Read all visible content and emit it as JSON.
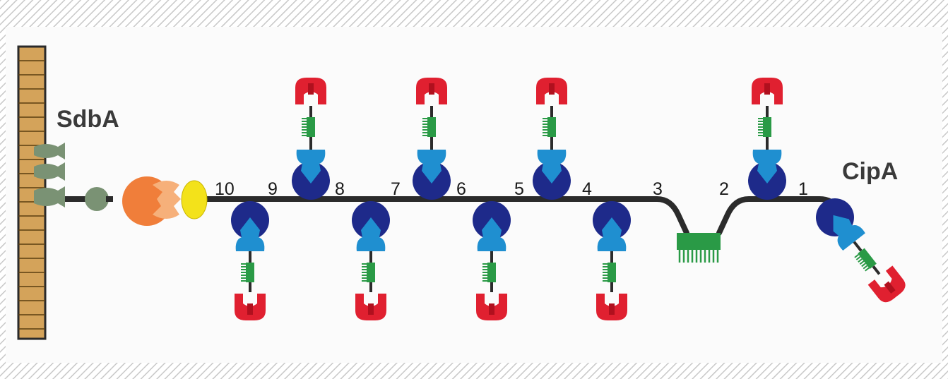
{
  "labels": {
    "sdba": "SdbA",
    "cipa": "CipA"
  },
  "cohesin_numbers": [
    "1",
    "2",
    "3",
    "4",
    "5",
    "6",
    "7",
    "8",
    "9",
    "10"
  ],
  "colors": {
    "background": "#fbfbfb",
    "hatch": "#c8c8c8",
    "backbone": "#2b2b2b",
    "cell_wall": "#d4a35a",
    "sdba_domains": "#7a9274",
    "cohesin_type2": "#f07e3a",
    "dockerin_type2": "#f6b07a",
    "x_module": "#f3e21a",
    "cohesin": "#1e2a8a",
    "dockerin": "#1f8fd0",
    "linker_cbm": "#2a9a46",
    "catalytic": "#e02030"
  }
}
